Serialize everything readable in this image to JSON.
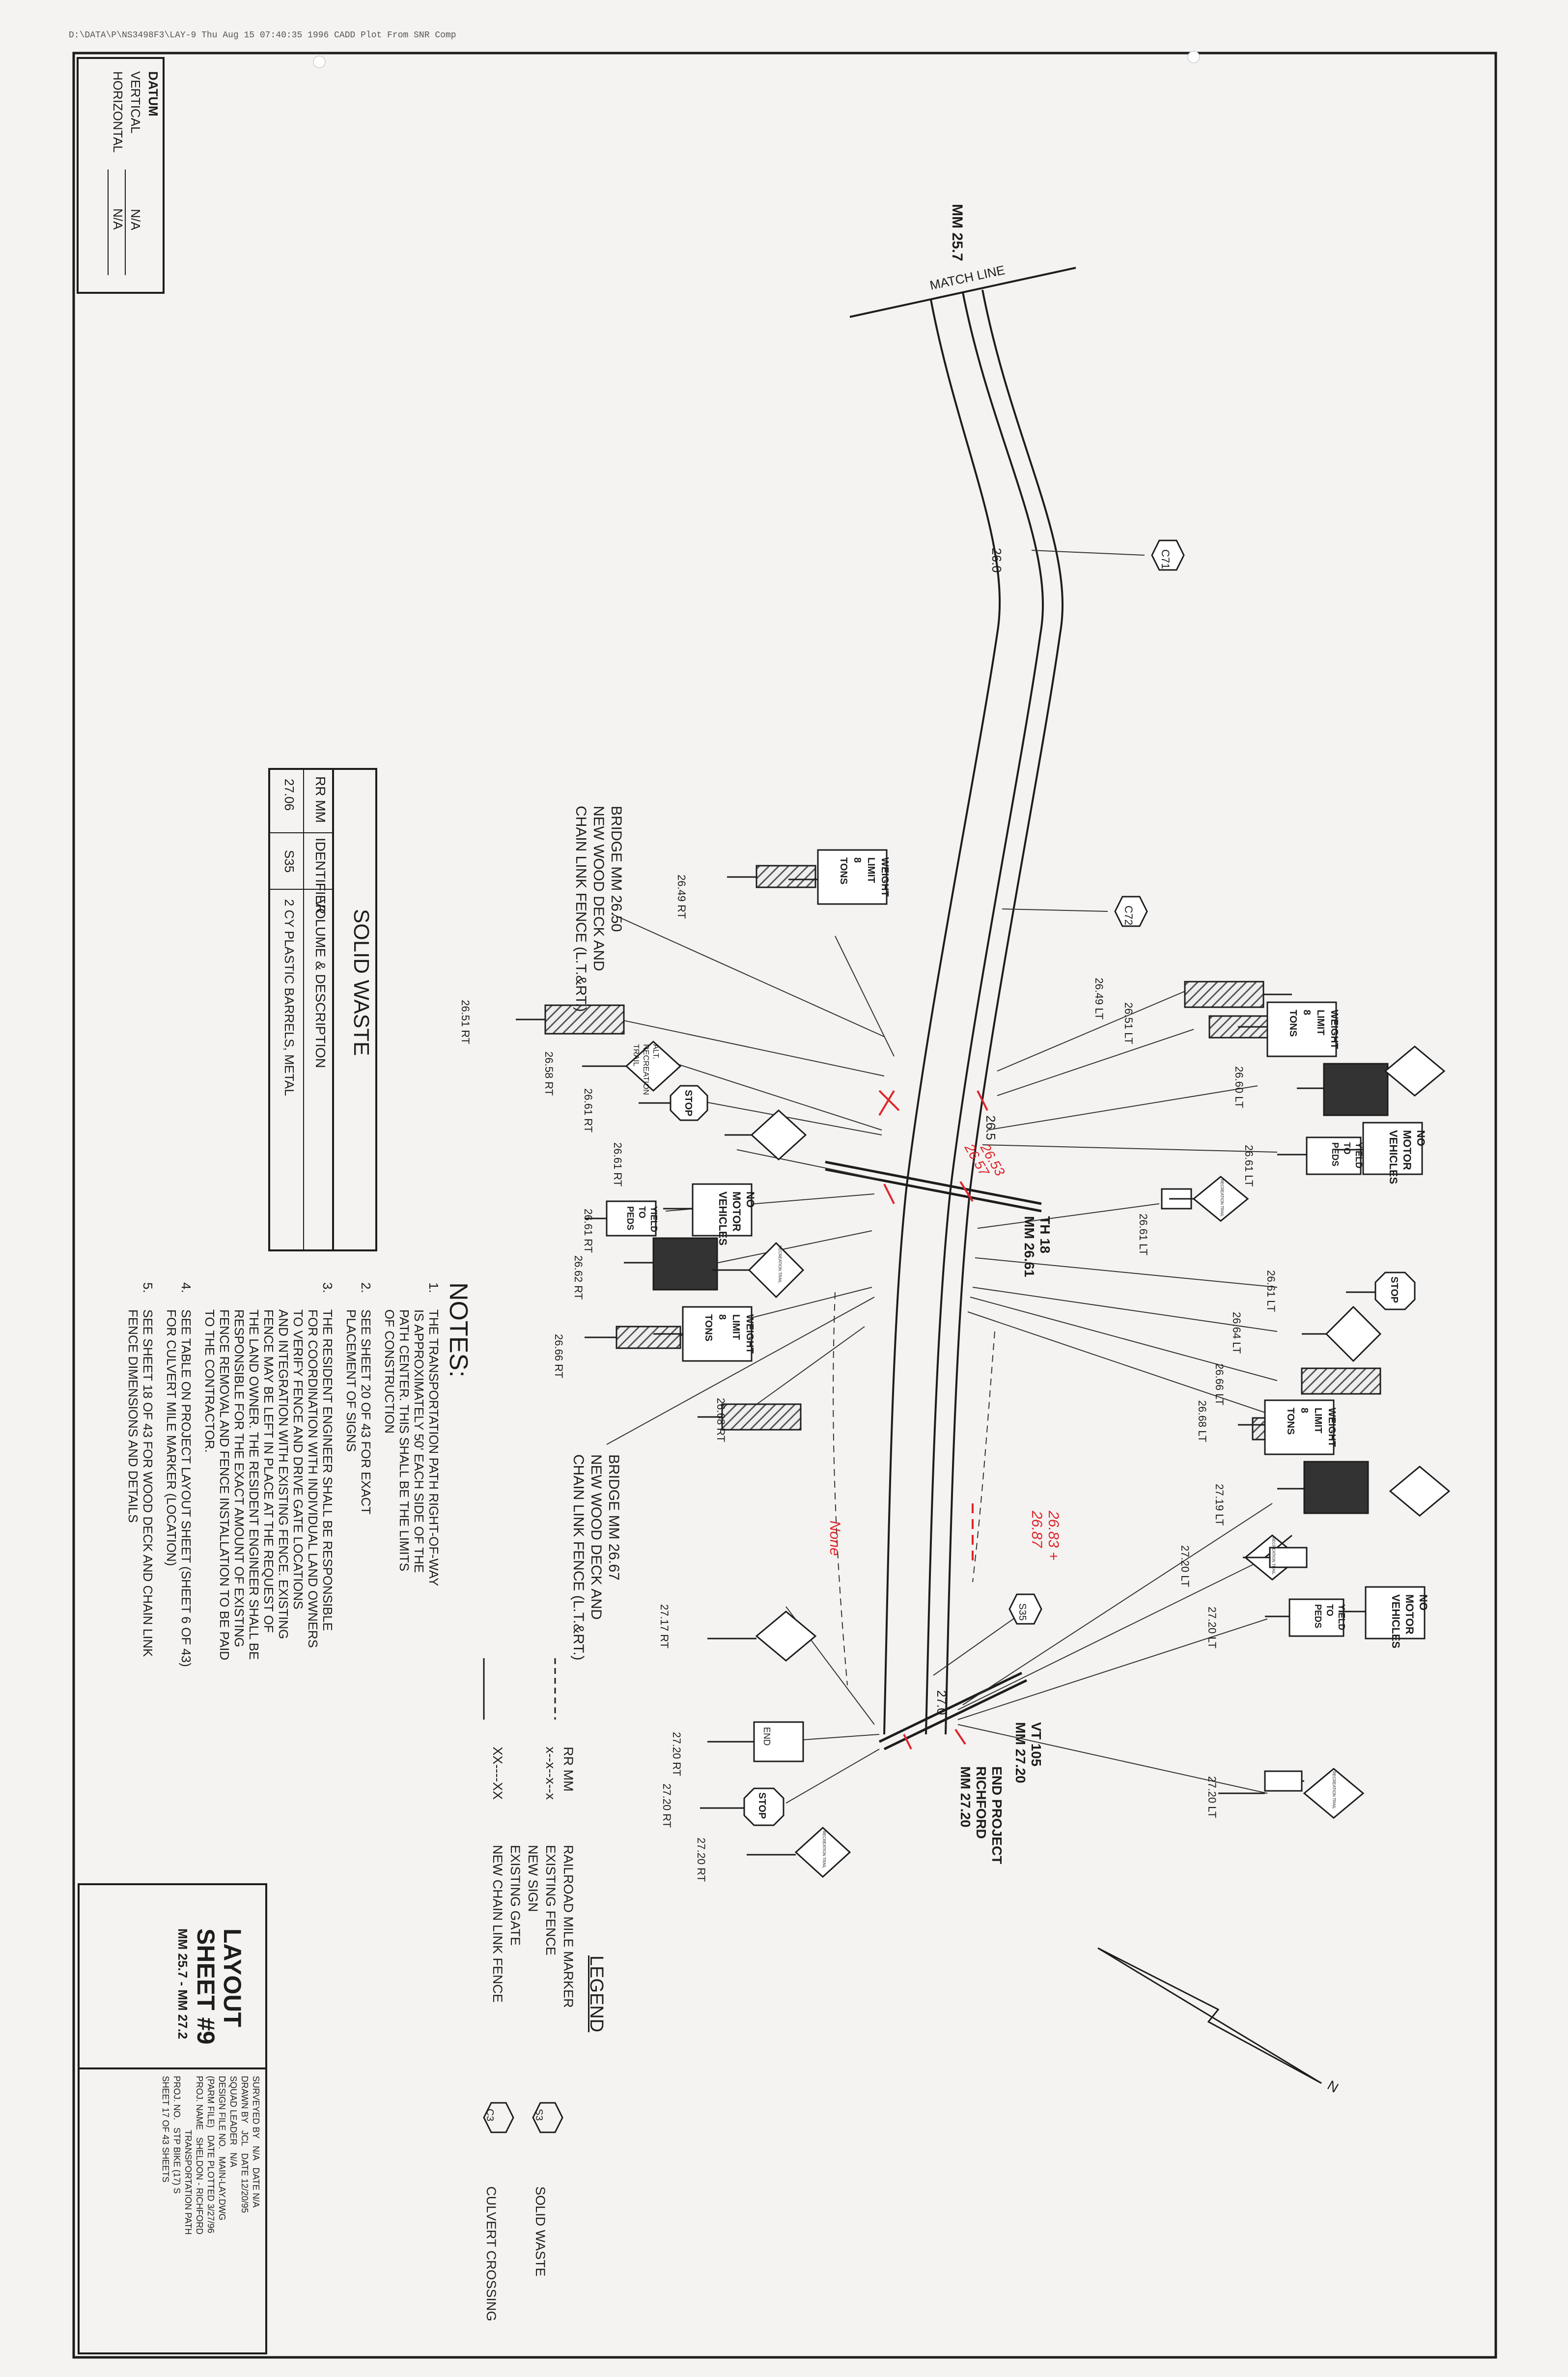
{
  "plot_header": "D:\\DATA\\P\\NS3498F3\\LAY-9   Thu Aug 15 07:40:35 1996   CADD Plot From SNR Comp",
  "datum": {
    "title": "DATUM",
    "vertical_label": "VERTICAL",
    "vertical_value": "N/A",
    "horizontal_label": "HORIZONTAL",
    "horizontal_value": "N/A"
  },
  "plan": {
    "start_mm": "MM 25.7",
    "match_line": "MATCH LINE",
    "station_26_0": "26.0",
    "station_26_5": "26.5",
    "station_27_0": "27.0",
    "culvert_c71": "C71",
    "culvert_c72": "C72",
    "solid_waste_s35": "S35",
    "bridge_1": [
      "BRIDGE MM 26.50",
      "NEW WOOD DECK AND",
      "CHAIN LINK FENCE (L.T.&RT.)"
    ],
    "bridge_2": [
      "BRIDGE MM 26.67",
      "NEW WOOD DECK AND",
      "CHAIN LINK FENCE (L.T.&RT.)"
    ],
    "th18": [
      "TH 18",
      "MM 26.61"
    ],
    "vt105": [
      "VT 105",
      "MM 27.20"
    ],
    "end_project": [
      "END PROJECT",
      "RICHFORD",
      "MM 27.20"
    ],
    "redline_1": [
      "26.53",
      "26.57"
    ],
    "redline_2": [
      "26.83 +",
      "26.87"
    ],
    "redline_none": "None",
    "north": "N"
  },
  "sign_callouts": {
    "left": [
      "26.49 RT",
      "26.51 RT",
      "26.58 RT",
      "26.61 RT",
      "26.61 RT",
      "26.61 RT",
      "26.62 RT",
      "26.66 RT",
      "26.68 RT",
      "27.17 RT",
      "27.20 RT",
      "27.20 RT",
      "27.20 RT"
    ],
    "right": [
      "26.49 LT",
      "26.51 LT",
      "26.60 LT",
      "26.61 LT",
      "26.61 LT",
      "26.61 LT",
      "26.64 LT",
      "26.66 LT",
      "26.68 LT",
      "27.19 LT",
      "27.20 LT",
      "27.20 LT",
      "27.20 LT"
    ]
  },
  "sign_text": {
    "weight_limit": [
      "WEIGHT",
      "LIMIT",
      "8",
      "TONS"
    ],
    "no_motor": [
      "NO",
      "MOTOR",
      "VEHICLES"
    ],
    "yield": [
      "YIELD",
      "TO",
      "PEDS"
    ],
    "stop": "STOP",
    "rec_trail": "RECREATION TRAIL",
    "end": "END",
    "alt_rec": [
      "ALT.",
      "RECREATION",
      "TRAIL"
    ]
  },
  "notes": {
    "title": "NOTES:",
    "items": [
      {
        "num": "1.",
        "lines": [
          "THE TRANSPORTATION PATH RIGHT-OF-WAY",
          "IS APPROXIMATELY 50' EACH SIDE OF THE",
          "PATH CENTER. THIS SHALL BE THE LIMITS",
          "OF CONSTRUCTION"
        ]
      },
      {
        "num": "2.",
        "lines": [
          "SEE SHEET 20 OF 43 FOR EXACT",
          "PLACEMENT OF SIGNS"
        ]
      },
      {
        "num": "3.",
        "lines": [
          "THE RESIDENT ENGINEER SHALL BE RESPONSIBLE",
          "FOR COORDINATION WITH INDIVIDUAL LAND OWNERS",
          "TO VERIFY FENCE AND DRIVE GATE LOCATIONS",
          "AND INTEGRATION WITH EXISTING FENCE. EXISTING",
          "FENCE MAY BE LEFT IN PLACE AT THE REQUEST OF",
          "THE LAND OWNER. THE RESIDENT ENGINEER SHALL BE",
          "RESPONSIBLE FOR THE EXACT AMOUNT OF EXISTING",
          "FENCE REMOVAL AND FENCE INSTALLATION TO BE PAID",
          "TO THE CONTRACTOR."
        ]
      },
      {
        "num": "4.",
        "lines": [
          "SEE TABLE ON PROJECT LAYOUT SHEET (SHEET 6 OF 43)",
          "FOR CULVERT MILE MARKER (LOCATION)"
        ]
      },
      {
        "num": "5.",
        "lines": [
          "SEE SHEET 18 OF 43 FOR WOOD DECK AND CHAIN LINK",
          "FENCE DIMENSIONS AND DETAILS"
        ]
      }
    ]
  },
  "legend": {
    "title": "LEGEND",
    "items": [
      {
        "symbol": "RR MM",
        "label": "RAILROAD MILE MARKER"
      },
      {
        "symbol": "x--x--x--x",
        "label": "EXISTING FENCE"
      },
      {
        "symbol": "sign",
        "label": "NEW SIGN"
      },
      {
        "symbol": "gate",
        "label": "EXISTING GATE"
      },
      {
        "symbol": "XX----XX",
        "label": "NEW CHAIN LINK FENCE"
      }
    ],
    "solid_waste_symbol": "S3",
    "solid_waste_label": "SOLID WASTE",
    "culvert_symbol": "C3",
    "culvert_label": "CULVERT CROSSING"
  },
  "solid_waste_table": {
    "title": "SOLID WASTE",
    "headers": [
      "RR MM",
      "IDENTIFIER",
      "VOLUME & DESCRIPTION"
    ],
    "rows": [
      [
        "27.06",
        "S35",
        "2 CY PLASTIC BARRELS, METAL"
      ]
    ]
  },
  "title_block": {
    "title": "LAYOUT",
    "sheet": "SHEET #9",
    "range": "MM 25.7 - MM 27.2",
    "surveyed_by_label": "SURVEYED BY",
    "surveyed_by": "N/A",
    "date_label": "DATE",
    "surveyed_date": "N/A",
    "drawn_by_label": "DRAWN BY",
    "drawn_by": "JCL",
    "drawn_date": "12/20/95",
    "squad_leader_label": "SQUAD LEADER",
    "squad_leader": "N/A",
    "design_file_label": "DESIGN FILE NO.",
    "design_file": "MAIN-LAY.DWG",
    "parm_file_label": "(PARM FILE)",
    "date_plotted_label": "DATE PLOTTED",
    "date_plotted": "3/27/96",
    "proj_name_label": "PROJ. NAME",
    "proj_name": [
      "SHELDON - RICHFORD",
      "TRANSPORTATION PATH"
    ],
    "proj_no_label": "PROJ. NO.",
    "proj_no": "STP BIKE (17) S",
    "sheet_no_label": "SHEET",
    "sheet_no": "17",
    "of_label": "OF",
    "total_sheets": "43",
    "sheets_label": "SHEETS"
  },
  "colors": {
    "ink": "#1d1d1d",
    "redline": "#e0242a",
    "paper": "#f4f3f1",
    "hatch": "#555555"
  }
}
